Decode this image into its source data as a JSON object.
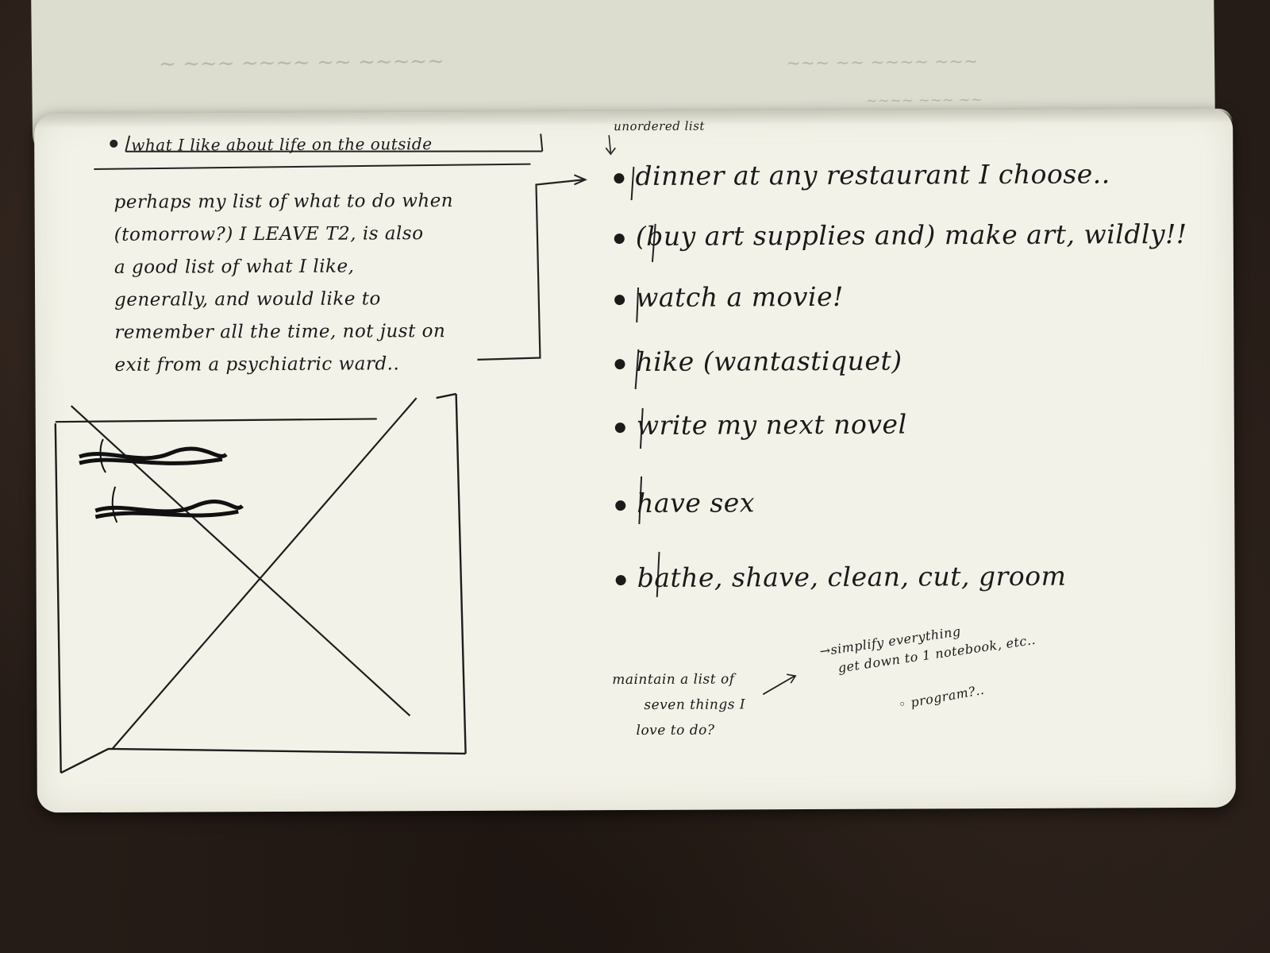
{
  "title": "what I like about life on the outside",
  "intro_lines": [
    "perhaps my list of what to do when",
    "(tomorrow?) I LEAVE T2, is also",
    "a good list of what I like,",
    "generally, and would like to",
    "remember all the time, not just on",
    "exit from a psychiatric ward.."
  ],
  "list_header": "unordered list",
  "list_items": [
    "dinner at any restaurant I choose..",
    "(buy art supplies and) make art, wildly!!",
    "watch a movie!",
    "hike (wantastiquet)",
    "write my next novel",
    "have sex",
    "bathe, shave, clean, cut, groom"
  ],
  "note_left": [
    "maintain a list of",
    "seven things I",
    "love to do?"
  ],
  "note_right": [
    "→simplify everything",
    "get down to 1 notebook, etc.."
  ],
  "note_program": "◦ program?..",
  "colors": {
    "paper": "#f3f2e8",
    "ink": "#1a1a1a",
    "background": "#261c17"
  }
}
